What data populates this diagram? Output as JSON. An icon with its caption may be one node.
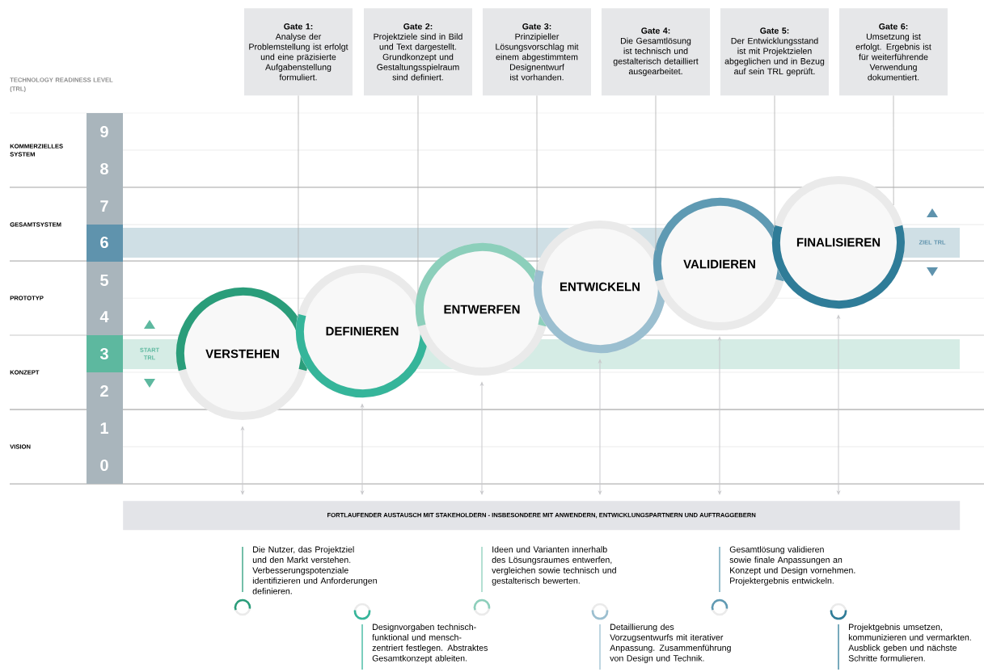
{
  "diagram": {
    "nodes": [
      {
        "text": [
          "Gate 1:",
          "Analyse der Problemstellung ist erfolgt und eine präzisierte Aufgabenstellung formuliert."
        ]
      },
      {
        "text": [
          "Gate 2:",
          "Projektziele sind in Bild und Text dargestellt. Grundkonzept und Gestaltungsspielraum sind definiert."
        ]
      },
      {
        "text": [
          "Gate 3:",
          "Prinzipieller Lösungsvorschlag mit einem abgestimmtem Designentwurf ist vorhanden."
        ]
      },
      {
        "text": [
          "Gate 4:",
          "Die Gesamtlösung ist technisch und gestalterisch detailliert ausgearbeitet."
        ]
      },
      {
        "text": [
          "Gate 5:",
          "Der Entwicklungsstand ist mit Projektzielen abgeglichen und in Bezug auf sein TRL geprüft."
        ]
      },
      {
        "text": [
          "Gate 6:",
          "Umsetzung ist erfolgt. Ergebnis ist für weiterführende Verwendung dokumentiert."
        ]
      },
      {
        "text": [
          "VERSTEHEN"
        ]
      },
      {
        "text": [
          "DEFINIEREN"
        ]
      },
      {
        "text": [
          "ENTWERFEN"
        ]
      },
      {
        "text": [
          "ENTWICKELN"
        ]
      },
      {
        "text": [
          "VALIDIEREN"
        ]
      },
      {
        "text": [
          "FINALISIEREN"
        ]
      },
      {
        "text": [
          "FORTLAUFENDER AUSTAUSCH MIT STAKEHOLDERN - INSBESONDERE MIT ANWENDERN, ENTWICKLUNGSPARTNERN UND AUFTRAGGEBERN"
        ]
      }
    ],
    "edges": [
      {
        "from": 0,
        "to": 6,
        "arrow": "none"
      },
      {
        "from": 1,
        "to": 7,
        "arrow": "none"
      },
      {
        "from": 2,
        "to": 8,
        "arrow": "none"
      },
      {
        "from": 3,
        "to": 9,
        "arrow": "none"
      },
      {
        "from": 4,
        "to": 10,
        "arrow": "none"
      },
      {
        "from": 5,
        "to": 11,
        "arrow": "none"
      },
      {
        "from": 6,
        "to": 12,
        "arrow": "both"
      },
      {
        "from": 7,
        "to": 12,
        "arrow": "both"
      },
      {
        "from": 8,
        "to": 12,
        "arrow": "both"
      },
      {
        "from": 9,
        "to": 12,
        "arrow": "both"
      },
      {
        "from": 10,
        "to": 12,
        "arrow": "both"
      },
      {
        "from": 11,
        "to": 12,
        "arrow": "both"
      }
    ],
    "labels": [
      "TECHNOLOGY READINESS LEVEL (TRL)",
      "9",
      "KOMMERZIELLES SYSTEM",
      "8",
      "7",
      "GESAMTSYSTEM",
      "6",
      "ZIEL TRL",
      "5",
      "PROTOTYP",
      "4",
      "3",
      "START TRL",
      "KONZEPT",
      "2",
      "1",
      "VISION",
      "0",
      "Die Nutzer, das Projektziel und den Markt verstehen. Verbesserungspotenziale identifizieren und Anforderungen definieren.",
      "Designvorgaben technisch-funktional und mensch-zentriert festlegen. Abstraktes Gesamtkonzept ableiten.",
      "Ideen und Varianten innerhalb des Lösungsraumes entwerfen, vergleichen sowie technisch und gestalterisch bewerten.",
      "Detaillierung des Vorzugsentwurfs mit iterativer Anpassung. Zusammenführung von Design und Technik.",
      "Gesamtlösung validieren sowie finale Anpassungen an Konzept und Design vornehmen. Projektergebnis entwickeln.",
      "Projektgebnis umsetzen, kommunizieren und vermarkten. Ausblick geben und nächste Schritte formulieren."
    ]
  }
}
